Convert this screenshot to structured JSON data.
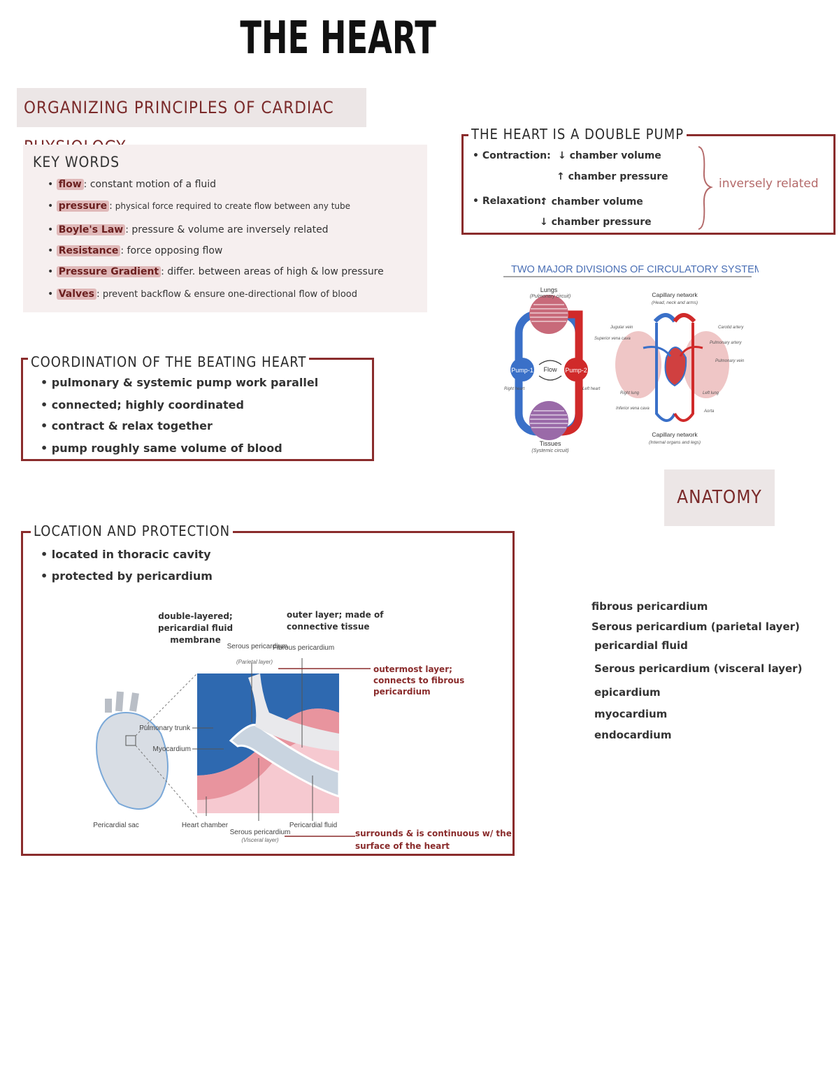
{
  "title": "THE HEART",
  "organizing": {
    "header": "ORGANIZING PRINCIPLES OF CARDIAC PHYSIOLOGY",
    "key_words_title": "KEY WORDS",
    "items": [
      {
        "term": "flow",
        "sep": ":",
        "text": " constant motion of a fluid"
      },
      {
        "term": "pressure",
        "sep": ":",
        "text": " physical force required to create flow between any tube"
      },
      {
        "term": "Boyle's Law",
        "sep": ":",
        "text": " pressure & volume are inversely related"
      },
      {
        "term": "Resistance",
        "sep": ":",
        "text": " force opposing flow"
      },
      {
        "term": "Pressure Gradient",
        "sep": ":",
        "text": " differ. between areas of high & low pressure"
      },
      {
        "term": "Valves",
        "sep": ":",
        "text": " prevent backflow & ensure one-directional flow of blood"
      }
    ]
  },
  "double_pump": {
    "title": "THE HEART IS A DOUBLE PUMP",
    "contraction_label": "• Contraction:",
    "contraction_1": "↓ chamber volume",
    "contraction_2": "↑ chamber pressure",
    "relaxation_label": "• Relaxation:",
    "relaxation_1": "↑ chamber volume",
    "relaxation_2": "↓ chamber pressure",
    "note": "inversely related"
  },
  "circulatory": {
    "title": "TWO MAJOR DIVISIONS OF CIRCULATORY SYSTEM:",
    "lungs": "Lungs",
    "pulmonary_circuit": "(Pulmonary circuit)",
    "tissues": "Tissues",
    "systemic_circuit": "(Systemic circuit)",
    "pump1": "Pump-1",
    "pump2": "Pump-2",
    "flow": "Flow",
    "right_heart": "Right heart",
    "left_heart": "Left heart",
    "cap_top": "Capillary network",
    "cap_top_sub": "(Head, neck and arms)",
    "cap_bottom": "Capillary network",
    "cap_bottom_sub": "(Internal organs and legs)",
    "jugular": "Jugular vein",
    "svc": "Superior vena cava",
    "ivc": "Inferior vena cava",
    "carotid": "Carotid artery",
    "pulm_artery": "Pulmonary artery",
    "pulm_vein": "Pulmonary vein",
    "right_lung": "Right lung",
    "left_lung": "Left lung",
    "aorta": "Aorta"
  },
  "coordination": {
    "title": "COORDINATION OF THE BEATING HEART",
    "items": [
      "• pulmonary & systemic pump work parallel",
      "• connected; highly coordinated",
      "• contract & relax together",
      "• pump roughly same volume of blood"
    ]
  },
  "anatomy": {
    "header": "ANATOMY",
    "items": [
      "fibrous pericardium",
      "Serous pericardium (parietal layer)",
      "pericardial fluid",
      "Serous pericardium (visceral layer)",
      "epicardium",
      "myocardium",
      "endocardium"
    ]
  },
  "location": {
    "title": "LOCATION AND PROTECTION",
    "items": [
      "• located in thoracic cavity",
      "• protected by pericardium"
    ],
    "note_double": "double-layered; pericardial fluid membrane",
    "note_outer": "outer layer; made of connective tissue",
    "note_outermost": "outermost layer; connects to fibrous pericardium",
    "note_surrounds": "surrounds & is continuous w/ the surface of the heart",
    "lbl_serous_par": "Serous pericardium",
    "lbl_parietal": "(Parietal layer)",
    "lbl_fibrous": "Fibrous pericardium",
    "lbl_pulm_trunk": "Pulmonary trunk",
    "lbl_myocardium": "Myocardium",
    "lbl_pericardial_sac": "Pericardial sac",
    "lbl_heart_chamber": "Heart chamber",
    "lbl_serous_visc": "Serous pericardium",
    "lbl_visceral": "(Visceral layer)",
    "lbl_pericardial_fluid": "Pericardial fluid"
  }
}
